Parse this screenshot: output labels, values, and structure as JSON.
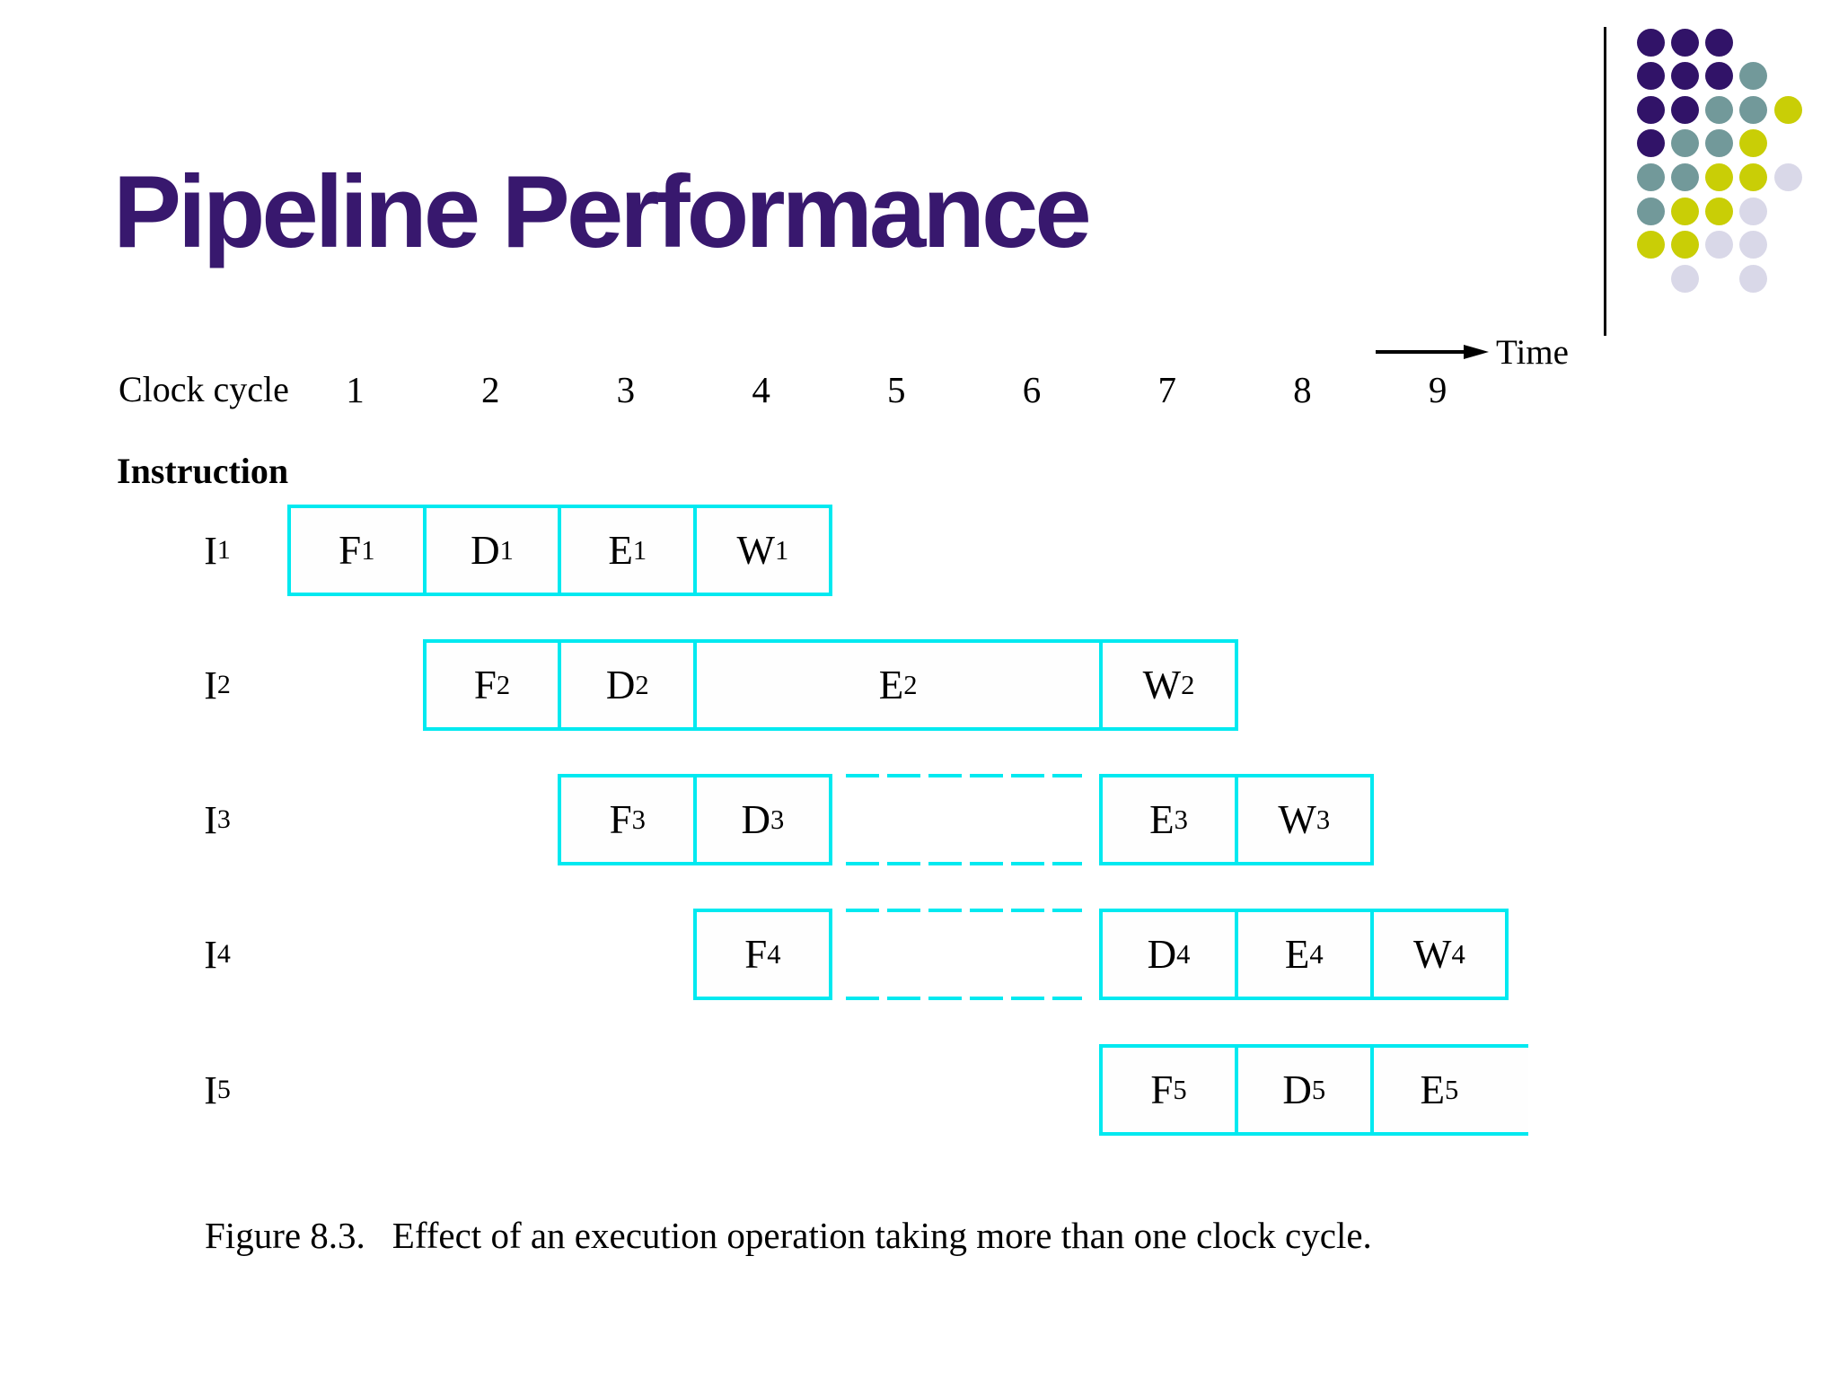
{
  "slide": {
    "title": "Pipeline Performance"
  },
  "colors": {
    "title": "#38186E",
    "cyan": "#00E9F0",
    "text": "#000000",
    "P": "#311368",
    "T": "#72999A",
    "Y": "#C9CE06",
    "L": "#D9D8E8"
  },
  "timeline": {
    "time_label": "Time",
    "clock_label": "Clock cycle",
    "cycles": [
      "1",
      "2",
      "3",
      "4",
      "5",
      "6",
      "7",
      "8",
      "9"
    ]
  },
  "diagram": {
    "instruction_label": "Instruction",
    "rows": [
      {
        "label": "I",
        "sub": "1",
        "segments": [
          {
            "type": "box",
            "start": 1,
            "span": 1,
            "text": "F",
            "sub": "1"
          },
          {
            "type": "box",
            "start": 2,
            "span": 1,
            "text": "D",
            "sub": "1"
          },
          {
            "type": "box",
            "start": 3,
            "span": 1,
            "text": "E",
            "sub": "1"
          },
          {
            "type": "box",
            "start": 4,
            "span": 1,
            "text": "W",
            "sub": "1"
          }
        ]
      },
      {
        "label": "I",
        "sub": "2",
        "segments": [
          {
            "type": "box",
            "start": 2,
            "span": 1,
            "text": "F",
            "sub": "2"
          },
          {
            "type": "box",
            "start": 3,
            "span": 1,
            "text": "D",
            "sub": "2"
          },
          {
            "type": "box",
            "start": 4,
            "span": 3,
            "text": "E",
            "sub": "2"
          },
          {
            "type": "box",
            "start": 7,
            "span": 1,
            "text": "W",
            "sub": "2"
          }
        ]
      },
      {
        "label": "I",
        "sub": "3",
        "segments": [
          {
            "type": "box",
            "start": 3,
            "span": 1,
            "text": "F",
            "sub": "3"
          },
          {
            "type": "box",
            "start": 4,
            "span": 1,
            "text": "D",
            "sub": "3"
          },
          {
            "type": "stall",
            "start": 5,
            "span": 2
          },
          {
            "type": "box",
            "start": 7,
            "span": 1,
            "text": "E",
            "sub": "3"
          },
          {
            "type": "box",
            "start": 8,
            "span": 1,
            "text": "W",
            "sub": "3"
          }
        ]
      },
      {
        "label": "I",
        "sub": "4",
        "segments": [
          {
            "type": "box",
            "start": 4,
            "span": 1,
            "text": "F",
            "sub": "4"
          },
          {
            "type": "stall",
            "start": 5,
            "span": 2
          },
          {
            "type": "box",
            "start": 7,
            "span": 1,
            "text": "D",
            "sub": "4"
          },
          {
            "type": "box",
            "start": 8,
            "span": 1,
            "text": "E",
            "sub": "4"
          },
          {
            "type": "box",
            "start": 9,
            "span": 1,
            "text": "W",
            "sub": "4"
          }
        ]
      },
      {
        "label": "I",
        "sub": "5",
        "segments": [
          {
            "type": "box",
            "start": 7,
            "span": 1,
            "text": "F",
            "sub": "5"
          },
          {
            "type": "box",
            "start": 8,
            "span": 1,
            "text": "D",
            "sub": "5"
          },
          {
            "type": "box",
            "start": 9,
            "span": 1,
            "text": "E",
            "sub": "5"
          },
          {
            "type": "cutbox",
            "start": 10
          }
        ]
      }
    ]
  },
  "caption": {
    "figure": "Figure 8.3.",
    "text": "Effect of an execution operation taking more than one clock cycle."
  },
  "decoration": {
    "dot_rows": [
      [
        "P",
        "P",
        "P",
        null,
        null
      ],
      [
        "P",
        "P",
        "P",
        "T",
        null
      ],
      [
        "P",
        "P",
        "T",
        "T",
        "Y"
      ],
      [
        "P",
        "T",
        "T",
        "Y",
        null
      ],
      [
        "T",
        "T",
        "Y",
        "Y",
        "L"
      ],
      [
        "T",
        "Y",
        "Y",
        "L",
        null
      ],
      [
        "Y",
        "Y",
        "L",
        "L",
        null
      ],
      [
        null,
        "L",
        null,
        "L",
        null
      ]
    ]
  }
}
